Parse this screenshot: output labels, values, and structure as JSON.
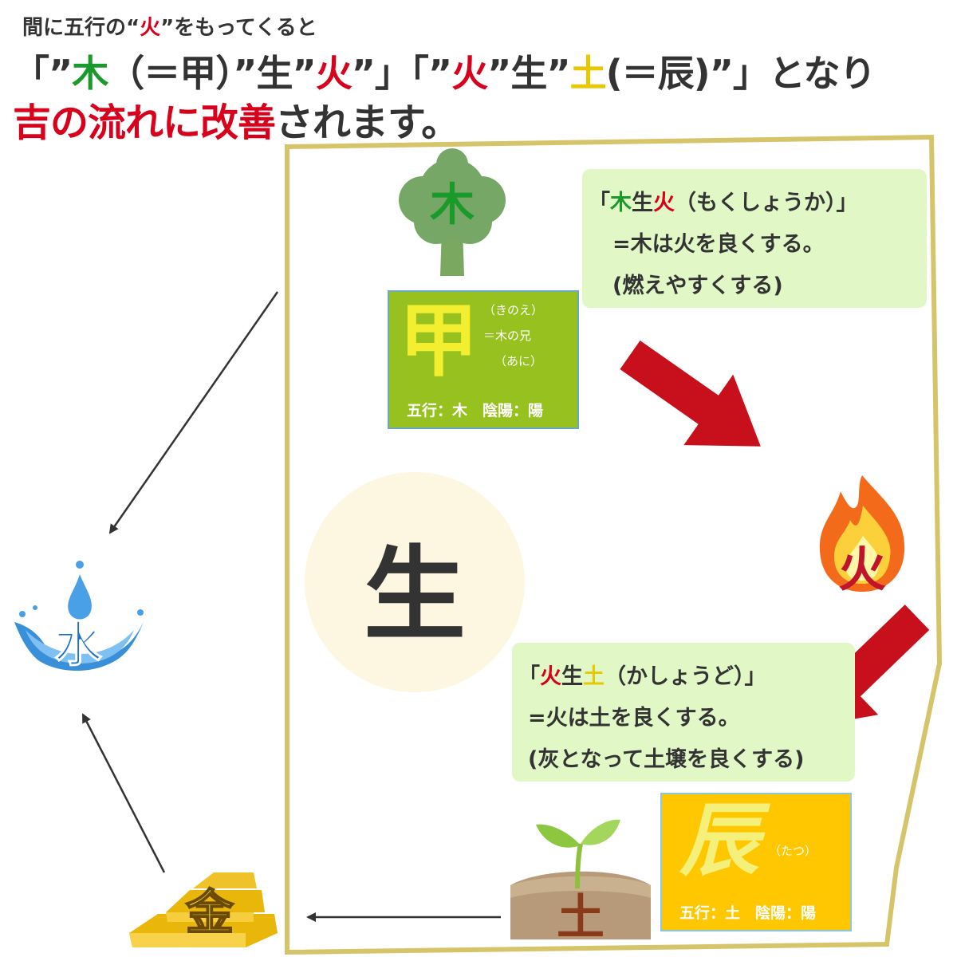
{
  "header": {
    "line1_a": "間に五行の“",
    "line1_fire": "火",
    "line1_b": "”をもってくると",
    "line2": [
      {
        "t": "「”",
        "c": "dark"
      },
      {
        "t": "木",
        "c": "green"
      },
      {
        "t": "（＝甲）”生”",
        "c": "dark"
      },
      {
        "t": "火",
        "c": "red"
      },
      {
        "t": "”」「”",
        "c": "dark"
      },
      {
        "t": "火",
        "c": "red"
      },
      {
        "t": "”生”",
        "c": "dark"
      },
      {
        "t": "土",
        "c": "yellow"
      },
      {
        "t": "(＝辰)”」となり",
        "c": "dark"
      }
    ],
    "line3_red": "吉の流れに改善",
    "line3_rest": "されます。"
  },
  "box1": {
    "title": [
      {
        "t": "「",
        "c": "dark"
      },
      {
        "t": "木",
        "c": "green"
      },
      {
        "t": "生",
        "c": "dark"
      },
      {
        "t": "火",
        "c": "red"
      },
      {
        "t": "（もくしょうか）」",
        "c": "dark"
      }
    ],
    "line1": "=木は火を良くする。",
    "line2": "(燃えやすくする)"
  },
  "box2": {
    "title": [
      {
        "t": "「",
        "c": "dark"
      },
      {
        "t": "火",
        "c": "red"
      },
      {
        "t": "生",
        "c": "dark"
      },
      {
        "t": "土",
        "c": "yellow"
      },
      {
        "t": "（かしょうど）」",
        "c": "dark"
      }
    ],
    "line1": "=火は土を良くする。",
    "line2": "(灰となって土壌を良くする)"
  },
  "stem_kinoe": {
    "char": "甲",
    "reading": "（きのえ）",
    "meaning": "＝木の兄",
    "reading2": "（あに）",
    "footer": "五行：木　陰陽：陽"
  },
  "stem_tatsu": {
    "char": "辰",
    "reading": "（たつ）",
    "footer": "五行：土　陰陽：陽"
  },
  "center_char": "生",
  "elements": {
    "wood": "木",
    "fire": "火",
    "earth": "土",
    "metal": "金",
    "water": "水"
  },
  "colors": {
    "red_text": "#d9001b",
    "green_text": "#1a9a2a",
    "yellow_text": "#e8c800",
    "arrow_red": "#c8101c",
    "frame": "#d6c46a",
    "info_bg": "#e1f7c6",
    "kinoe_bg": "#96c11f",
    "tatsu_bg": "#fec700",
    "center_circle": "#fdf6e1"
  }
}
